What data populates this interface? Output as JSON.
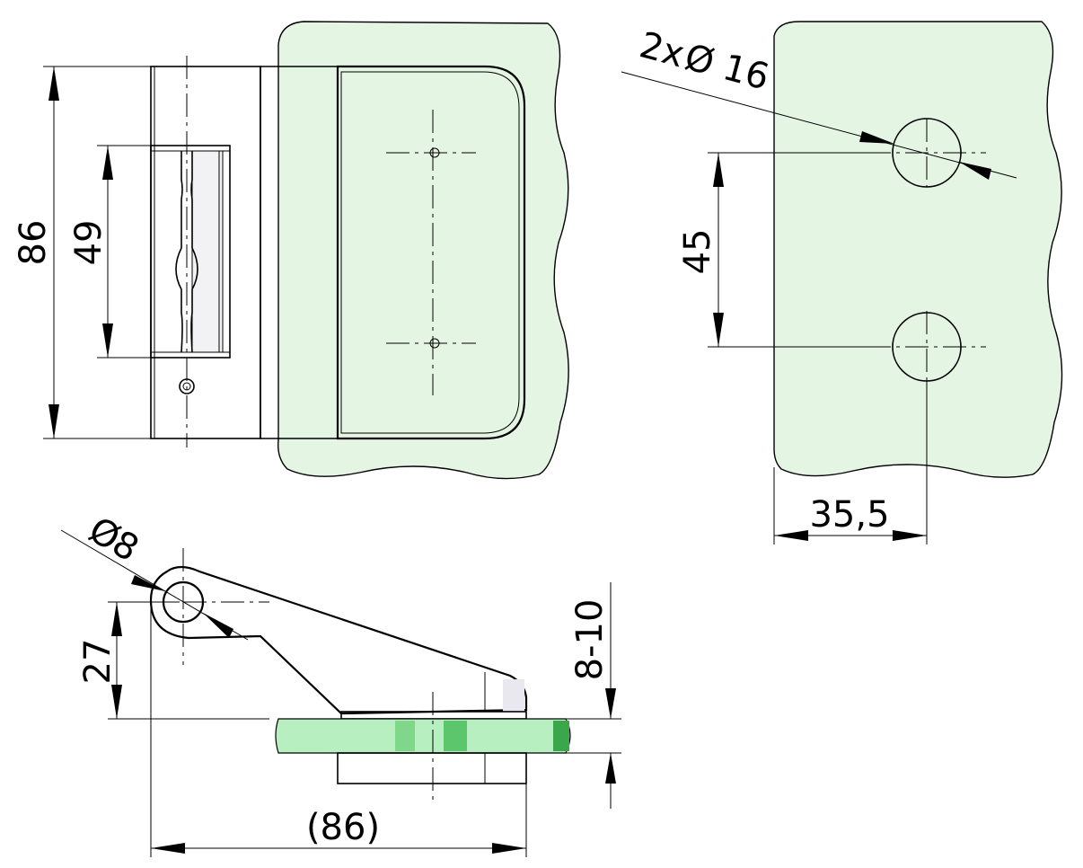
{
  "colors": {
    "glass_fill": "#e4f5e4",
    "glass_edge": "#7fd88a",
    "glass_dark": "#3aa84a",
    "line": "#000000",
    "background": "#ffffff"
  },
  "dimensions": {
    "front_height": "86",
    "slot_height": "49",
    "holes_note": "2x",
    "holes_diameter": "16",
    "hole_spacing": "45",
    "hole_edge_distance": "35,5",
    "pin_diameter": "8",
    "pin_height": "27",
    "glass_thickness": "8-10",
    "side_length": "(86)"
  },
  "symbols": {
    "diameter": "Ø"
  }
}
